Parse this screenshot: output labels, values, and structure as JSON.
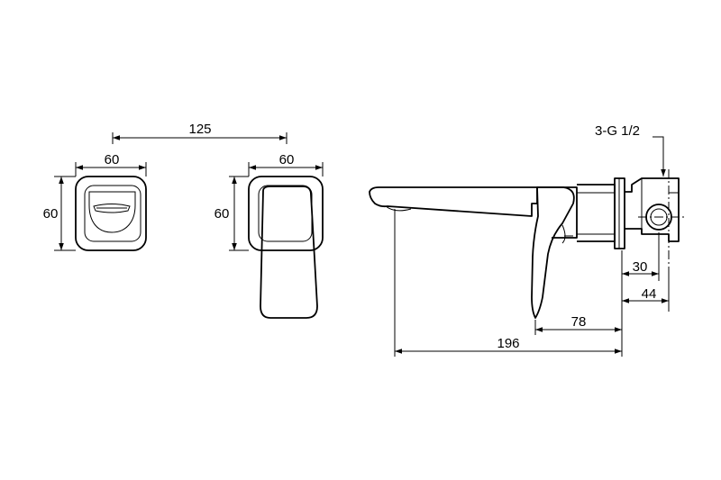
{
  "dimensions": {
    "spacing": "125",
    "spout_plate_width": "60",
    "spout_plate_height": "60",
    "handle_plate_width": "60",
    "handle_plate_height": "60",
    "thread": "3-G 1/2",
    "depth_30": "30",
    "depth_44": "44",
    "handle_reach": "78",
    "spout_reach": "196"
  }
}
